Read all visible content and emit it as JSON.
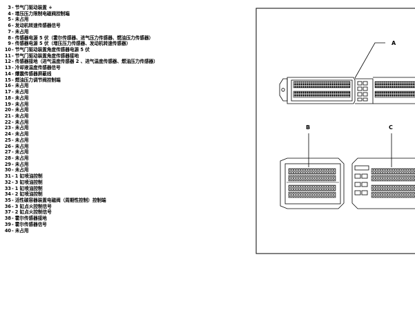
{
  "pins": [
    {
      "num": "3",
      "desc": "节气门驱动装置 +"
    },
    {
      "num": "4",
      "desc": "增压压力限制电磁阀控制端"
    },
    {
      "num": "5",
      "desc": "未占用"
    },
    {
      "num": "6",
      "desc": "发动机转速传感器信号"
    },
    {
      "num": "7",
      "desc": "未占用"
    },
    {
      "num": "8",
      "desc": "传感器电源 5 伏（霍尔传感器、进气压力传感器、燃油压力传感器）"
    },
    {
      "num": "9",
      "desc": "传感器电源 5 伏（增压压力传感器、发动机转速传感器）"
    },
    {
      "num": "10",
      "desc": "节气门驱动装置角度传感器电源 5 伏"
    },
    {
      "num": "11",
      "desc": "节气门驱动装置角度传感器接地"
    },
    {
      "num": "12",
      "desc": "传感器接地（进气温度传感器 2 、进气温度传感器、燃油压力传感器）"
    },
    {
      "num": "13",
      "desc": "冷却液温度传感器信号"
    },
    {
      "num": "14",
      "desc": "爆震传感器屏蔽线"
    },
    {
      "num": "15",
      "desc": "燃油压力调节阀控制端"
    },
    {
      "num": "16",
      "desc": "未占用"
    },
    {
      "num": "17",
      "desc": "未占用"
    },
    {
      "num": "18",
      "desc": "未占用"
    },
    {
      "num": "19",
      "desc": "未占用"
    },
    {
      "num": "20",
      "desc": "未占用"
    },
    {
      "num": "21",
      "desc": "未占用"
    },
    {
      "num": "22",
      "desc": "未占用"
    },
    {
      "num": "23",
      "desc": "未占用"
    },
    {
      "num": "24",
      "desc": "未占用"
    },
    {
      "num": "25",
      "desc": "未占用"
    },
    {
      "num": "26",
      "desc": "未占用"
    },
    {
      "num": "27",
      "desc": "未占用"
    },
    {
      "num": "28",
      "desc": "未占用"
    },
    {
      "num": "29",
      "desc": "未占用"
    },
    {
      "num": "30",
      "desc": "未占用"
    },
    {
      "num": "31",
      "desc": "1 缸喷油控制"
    },
    {
      "num": "32",
      "desc": "3 缸喷油控制"
    },
    {
      "num": "33",
      "desc": "1 缸喷油控制"
    },
    {
      "num": "34",
      "desc": "2 缸喷油控制"
    },
    {
      "num": "35",
      "desc": "活性碳容器装置电磁阀（周期性控制）控制端"
    },
    {
      "num": "36",
      "desc": "3 缸点火控制信号"
    },
    {
      "num": "37",
      "desc": "2 缸点火控制信号"
    },
    {
      "num": "38",
      "desc": "霍尔传感器接地"
    },
    {
      "num": "39",
      "desc": "霍尔传感器信号"
    },
    {
      "num": "40",
      "desc": "未占用"
    }
  ],
  "dash": "-",
  "figure": {
    "label_a": "A",
    "label_b": "B",
    "label_c": "C"
  }
}
